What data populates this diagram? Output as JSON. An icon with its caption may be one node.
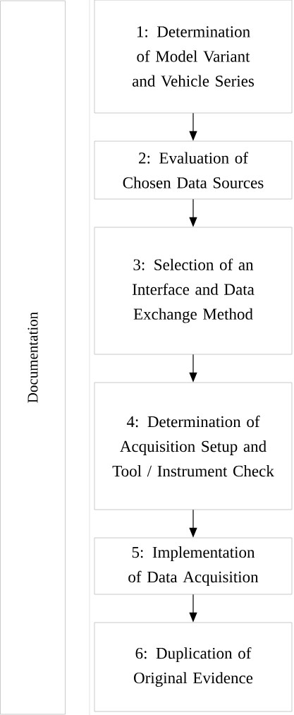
{
  "diagram": {
    "nodes": [
      {
        "text": [
          "Documentation"
        ]
      },
      {
        "text": [
          "1: Determination of Model Variant and Vehicle Series"
        ]
      },
      {
        "text": [
          "2: Evaluation of Chosen Data Sources"
        ]
      },
      {
        "text": [
          "3: Selection of an Interface and Data Exchange Method"
        ]
      },
      {
        "text": [
          "4: Determination of Acquisition Setup and Tool / Instrument Check"
        ]
      },
      {
        "text": [
          "5: Implementation of Data Acquisition"
        ]
      },
      {
        "text": [
          "6: Duplication of Original Evidence"
        ]
      }
    ],
    "edges": [
      {
        "from": 1,
        "to": 2,
        "arrow": "to"
      },
      {
        "from": 2,
        "to": 3,
        "arrow": "to"
      },
      {
        "from": 3,
        "to": 4,
        "arrow": "to"
      },
      {
        "from": 4,
        "to": 5,
        "arrow": "to"
      },
      {
        "from": 5,
        "to": 6,
        "arrow": "to"
      }
    ]
  }
}
